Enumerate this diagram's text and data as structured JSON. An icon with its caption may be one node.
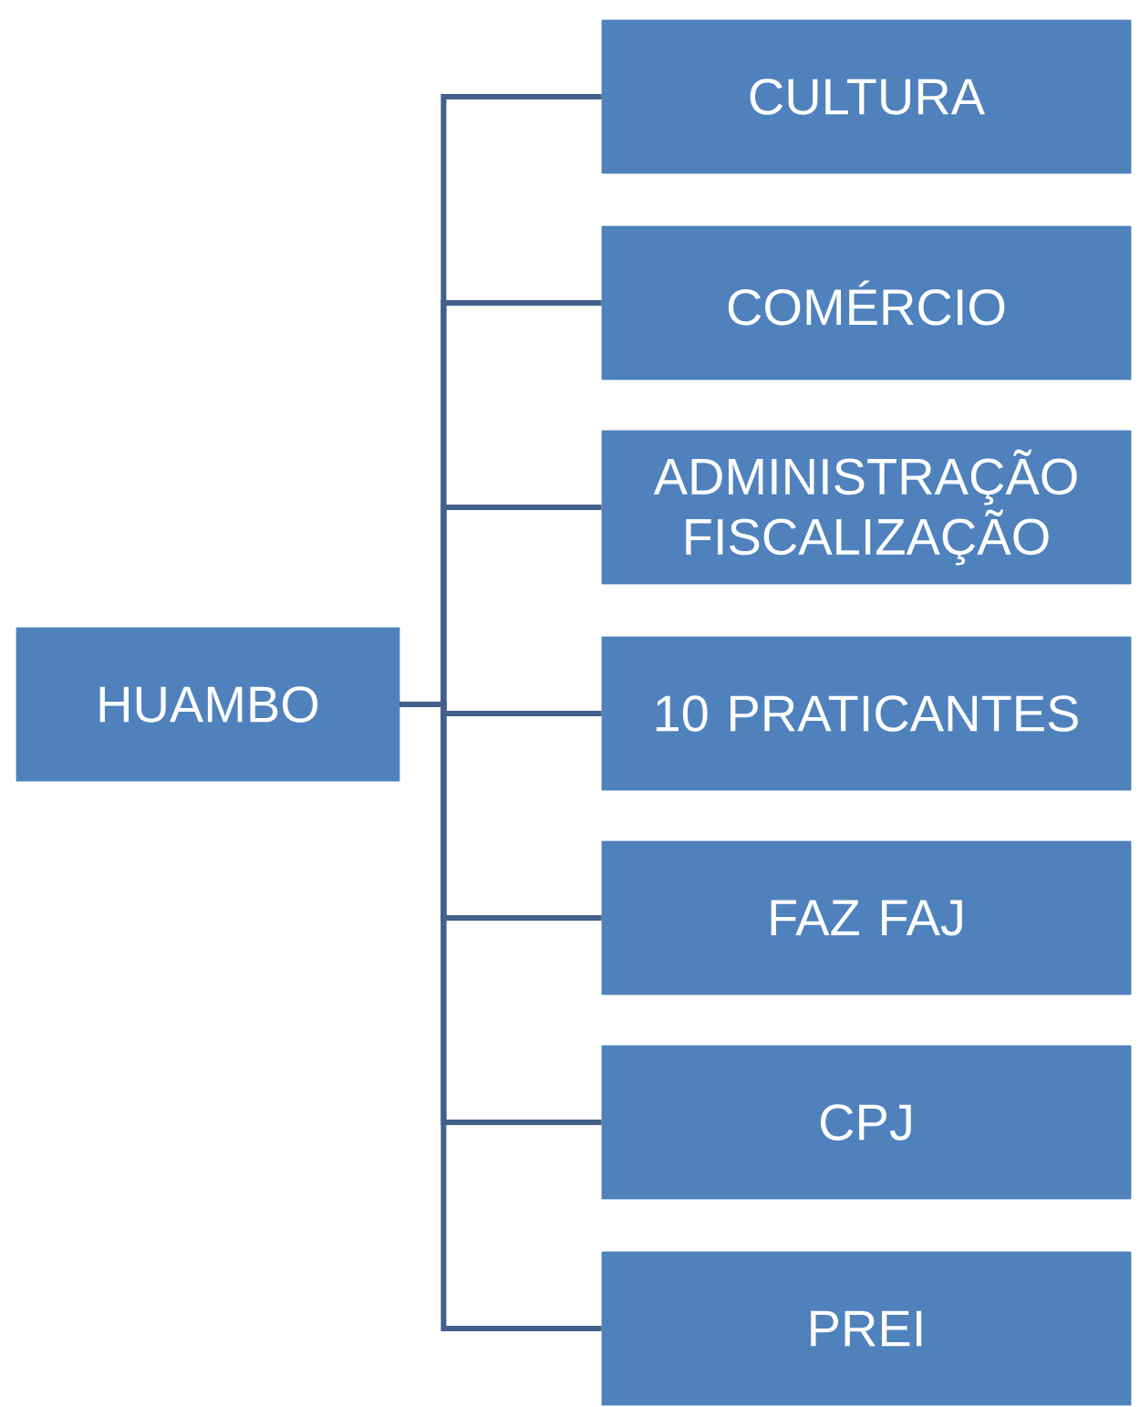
{
  "diagram": {
    "nodes": [
      {
        "text": [
          "HUAMBO"
        ]
      },
      {
        "text": [
          "CULTURA"
        ]
      },
      {
        "text": [
          "COMÉRCIO"
        ]
      },
      {
        "text": [
          "ADMINISTRAÇÃO FISCALIZAÇÃO"
        ]
      },
      {
        "text": [
          "10 PRATICANTES"
        ]
      },
      {
        "text": [
          "FAZ FAJ"
        ]
      },
      {
        "text": [
          "CPJ"
        ]
      },
      {
        "text": [
          "PREI"
        ]
      }
    ],
    "edges": [
      {
        "from": 0,
        "to": 1,
        "arrow": "none"
      },
      {
        "from": 0,
        "to": 2,
        "arrow": "none"
      },
      {
        "from": 0,
        "to": 3,
        "arrow": "none"
      },
      {
        "from": 0,
        "to": 4,
        "arrow": "none"
      },
      {
        "from": 0,
        "to": 5,
        "arrow": "none"
      },
      {
        "from": 0,
        "to": 6,
        "arrow": "none"
      },
      {
        "from": 0,
        "to": 7,
        "arrow": "none"
      }
    ]
  }
}
